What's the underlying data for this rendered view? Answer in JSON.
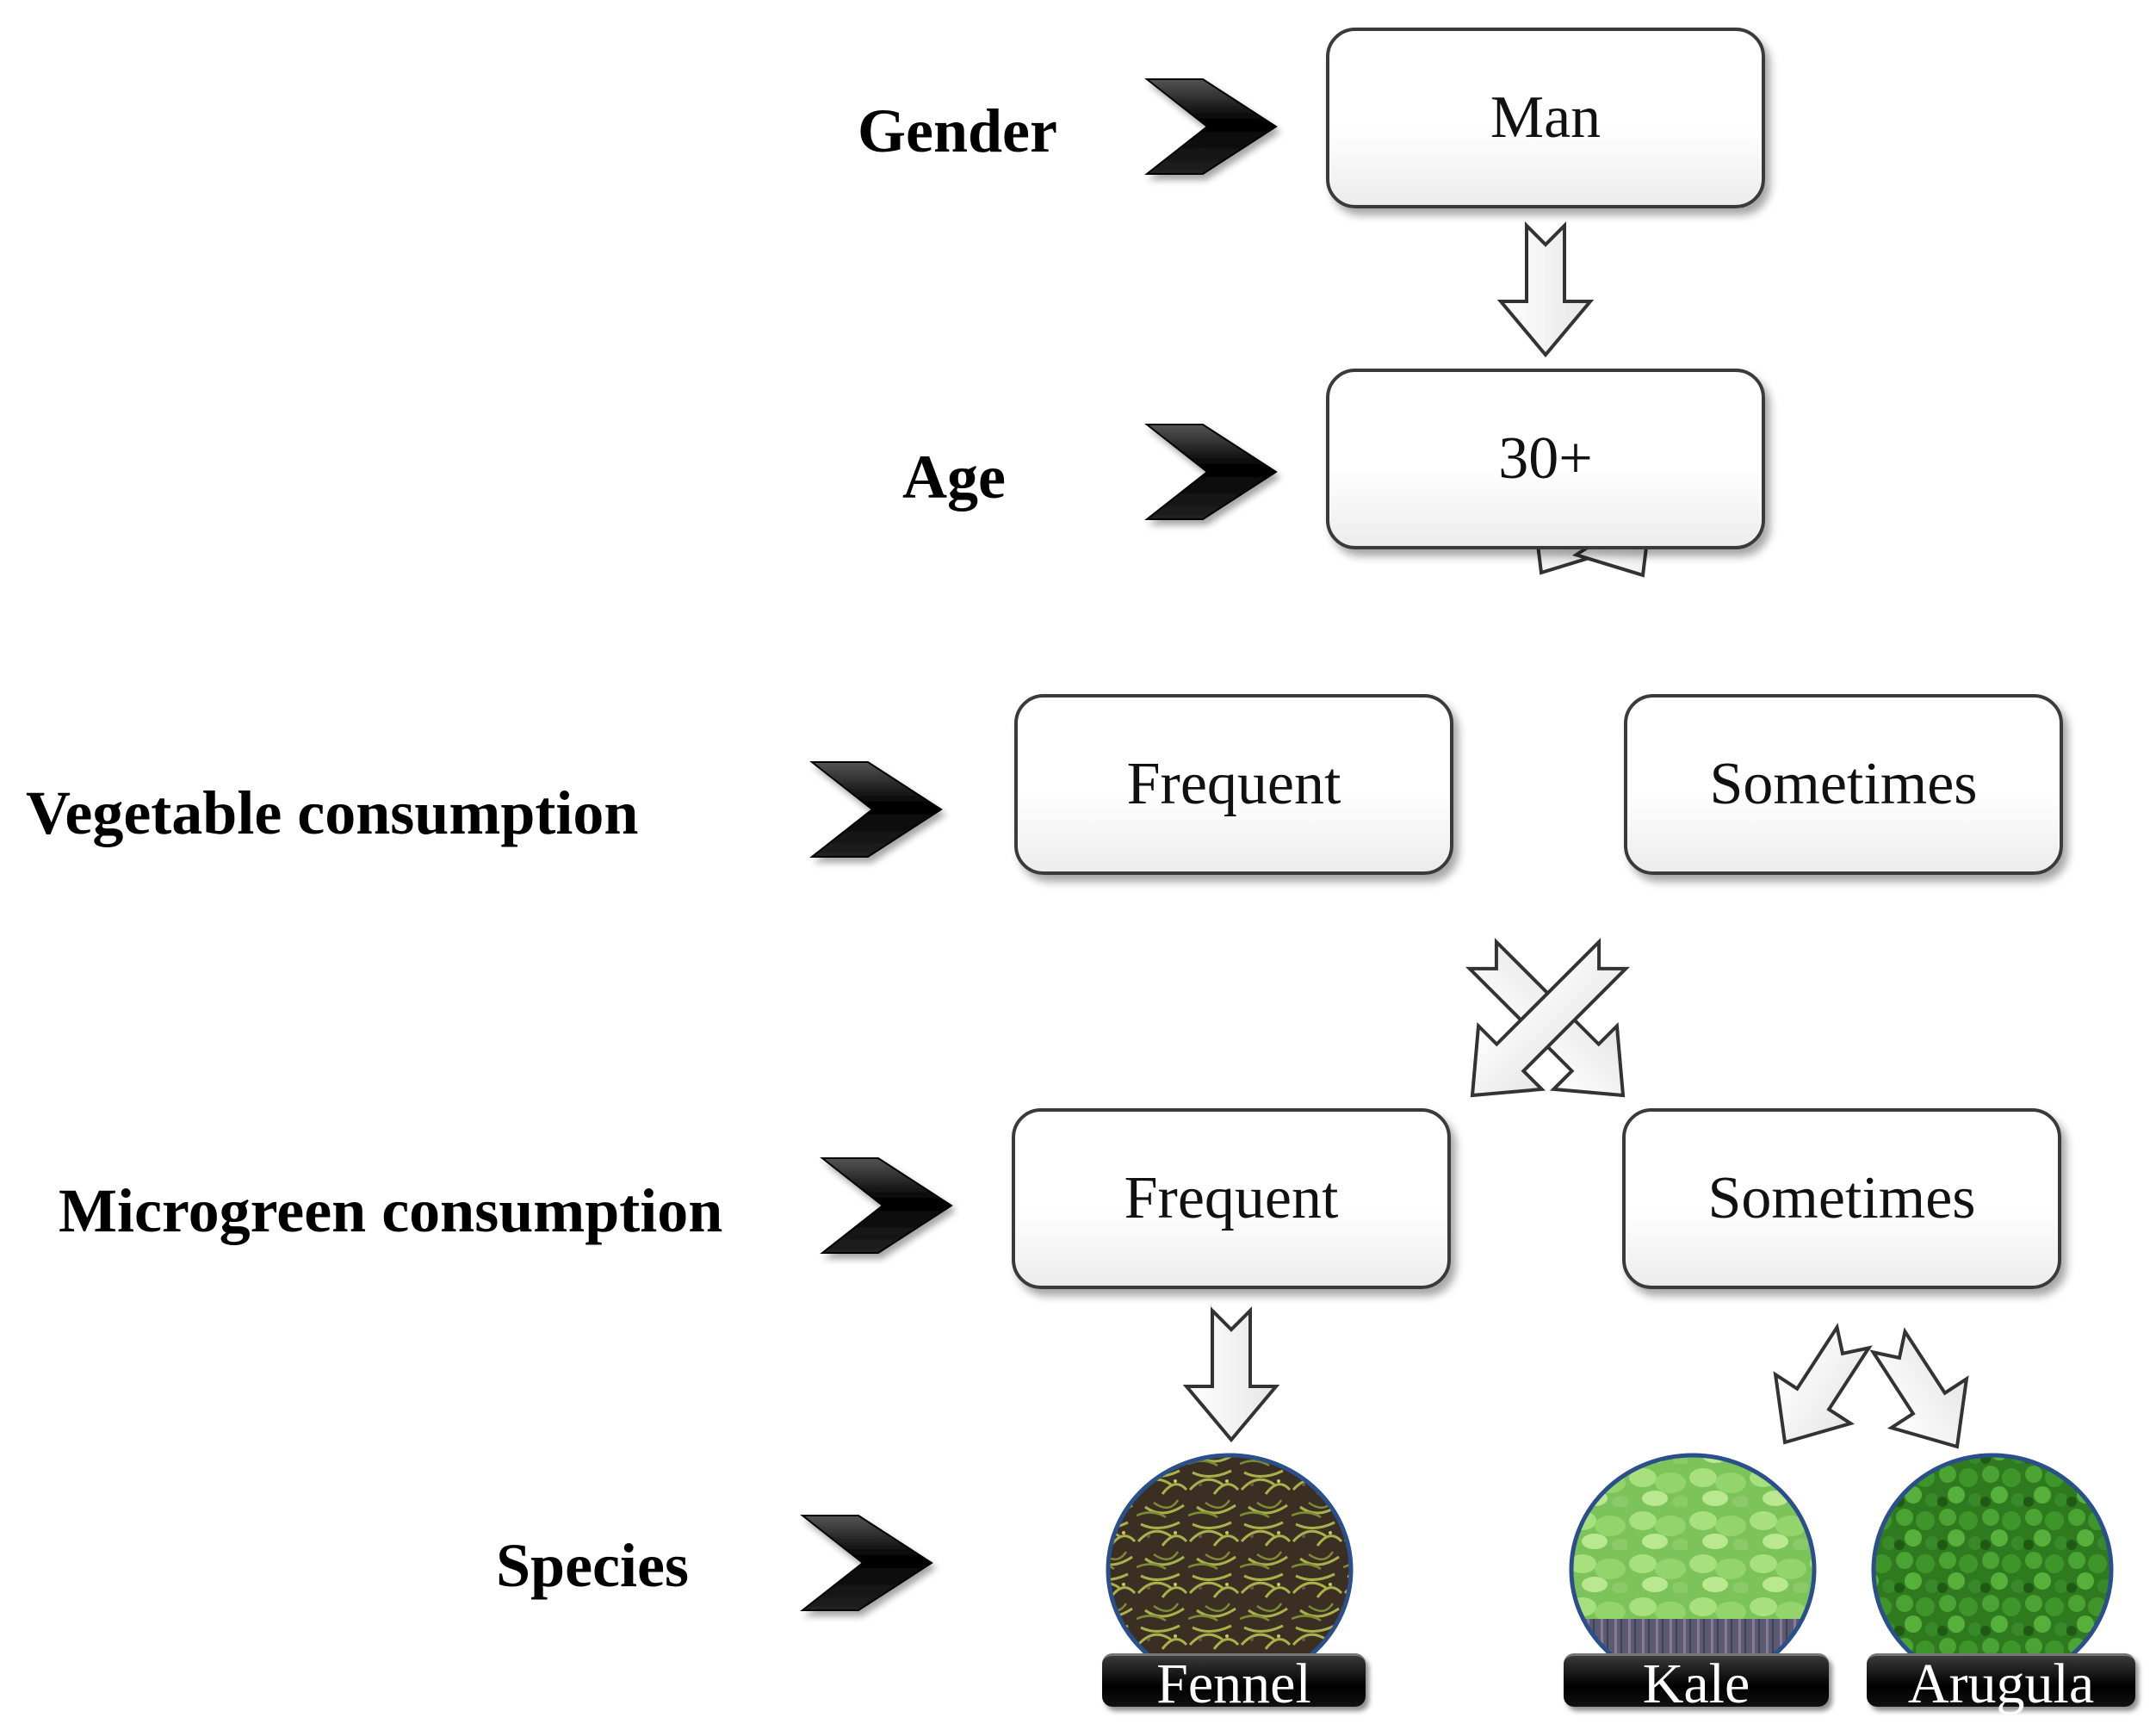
{
  "rows": {
    "gender": "Gender",
    "age": "Age",
    "vegetable": "Vegetable consumption",
    "microgreen": "Microgreen consumption",
    "species": "Species"
  },
  "nodes": {
    "gender_value": "Man",
    "age_value": "30+",
    "veg_frequent": "Frequent",
    "veg_sometimes": "Sometimes",
    "micro_frequent": "Frequent",
    "micro_sometimes": "Sometimes"
  },
  "species": [
    {
      "name": "Fennel",
      "color": "#6b6a3a"
    },
    {
      "name": "Kale",
      "color": "#8fcf6a"
    },
    {
      "name": "Arugula",
      "color": "#3f8f2a"
    }
  ],
  "colors": {
    "box_border": "#3a3a3a",
    "arrow_dark": "#111111",
    "arrow_outline": "#3a3a3a",
    "circle_border": "#2a4f8a"
  }
}
